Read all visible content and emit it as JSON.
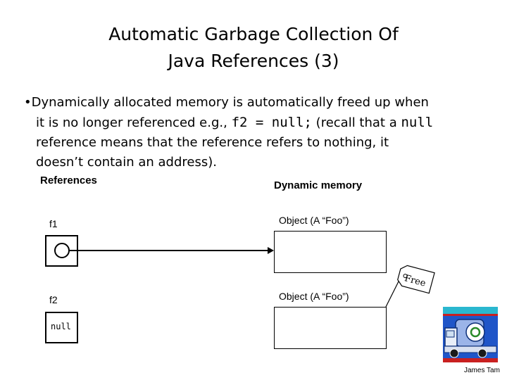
{
  "title": {
    "line1": "Automatic Garbage Collection Of",
    "line2": "Java References (3)"
  },
  "bullet": {
    "marker": "•",
    "l1": "Dynamically allocated memory is automatically freed up when",
    "l2_a": "it is no longer referenced e.g., ",
    "l2_code": "f2 = null;",
    "l2_b": " (recall that a ",
    "l2_code2": "null",
    "l3": "reference means that the reference refers to nothing, it",
    "l4": "doesn’t contain an address)."
  },
  "diagram": {
    "references_heading": "References",
    "dynamic_heading": "Dynamic memory",
    "f1_label": "f1",
    "f2_label": "f2",
    "f2_value": "null",
    "object1_label": "Object (A “Foo”)",
    "object2_label": "Object (A “Foo”)",
    "tag_text": "Free"
  },
  "credit": "James Tam"
}
